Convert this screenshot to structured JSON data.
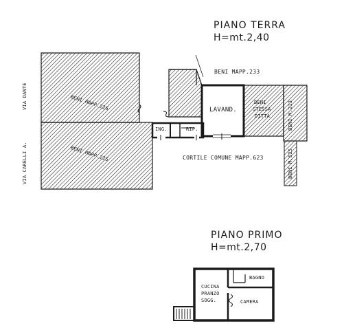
{
  "ground_floor": {
    "title": "PIANO TERRA",
    "height": "H=mt.2,40",
    "beni_233": "BENI MAPP.233",
    "beni_226": "BENI MAPP.226",
    "beni_225": "BENI MAPP.225",
    "beni_stessa_1": "BENI",
    "beni_stessa_2": "STESSA",
    "beni_stessa_3": "DITTA",
    "beni_m213": "BENI M.213",
    "beni_m525": "BENI M.525",
    "lavand": "LAVAND.",
    "ing": "ING.",
    "rip": "RIP.",
    "cortile": "CORTILE COMUNE MAPP.623",
    "via_dante": "VIA DANTE",
    "via_carelli": "VIA CARELLI A."
  },
  "first_floor": {
    "title": "PIANO PRIMO",
    "height": "H=mt.2,70",
    "bagno": "BAGNO",
    "cucina_1": "CUCINA",
    "cucina_2": "PRANZO",
    "cucina_3": "SOGG.",
    "camera": "CAMERA"
  },
  "colors": {
    "line": "#1a1a1a",
    "paper": "#ffffff"
  }
}
